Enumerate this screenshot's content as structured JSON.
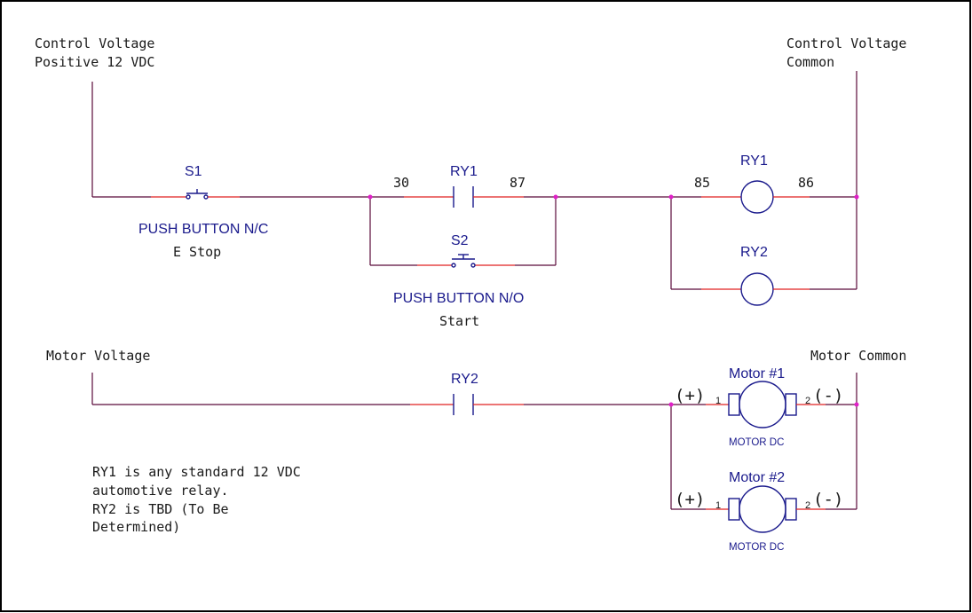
{
  "labels": {
    "control_positive": [
      "Control Voltage",
      "Positive 12 VDC"
    ],
    "control_common": [
      "Control Voltage",
      "Common"
    ],
    "s1": "S1",
    "s1_type": "PUSH BUTTON N/C",
    "s1_desc": "E Stop",
    "s2": "S2",
    "s2_type": "PUSH BUTTON N/O",
    "s2_desc": "Start",
    "ry1_contact": "RY1",
    "ry1_pin_in": "30",
    "ry1_pin_out": "87",
    "ry1_coil": "RY1",
    "ry1_coil_pin_a": "85",
    "ry1_coil_pin_b": "86",
    "ry2_coil": "RY2",
    "motor_voltage": "Motor Voltage",
    "motor_common": "Motor Common",
    "ry2_contact": "RY2",
    "motor1": "Motor #1",
    "motor2": "Motor #2",
    "motor_type": "MOTOR DC",
    "plus": "(+)",
    "minus": "(-)",
    "pin1": "1",
    "pin2": "2"
  },
  "note": [
    "RY1 is any standard 12 VDC",
    "automotive relay.",
    "RY2 is TBD (To Be",
    "Determined)"
  ],
  "colors": {
    "wire_red": "#e02020",
    "wire_dark": "#5a0a3a",
    "component": "#1a1a8c",
    "junction": "#e020c8",
    "frame": "#000000"
  }
}
